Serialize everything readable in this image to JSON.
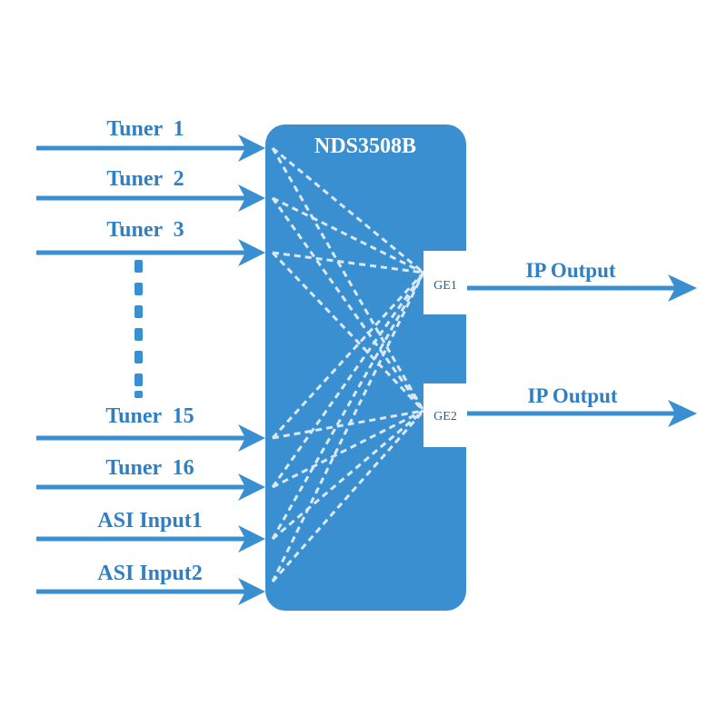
{
  "device": {
    "title": "NDS3508B"
  },
  "inputs": [
    {
      "label": "Tuner  1"
    },
    {
      "label": "Tuner  2"
    },
    {
      "label": "Tuner  3"
    },
    {
      "label": "Tuner  15"
    },
    {
      "label": "Tuner  16"
    },
    {
      "label": "ASI Input1"
    },
    {
      "label": "ASI Input2"
    }
  ],
  "ports": [
    {
      "label": "GE1",
      "output_label": "IP Output"
    },
    {
      "label": "GE2",
      "output_label": "IP Output"
    }
  ],
  "colors": {
    "primary_blue": "#3a8fd0",
    "arrow_blue": "#3a8fd0",
    "dashed_line": "#dbe9f6",
    "port_fill": "#ffffff"
  }
}
